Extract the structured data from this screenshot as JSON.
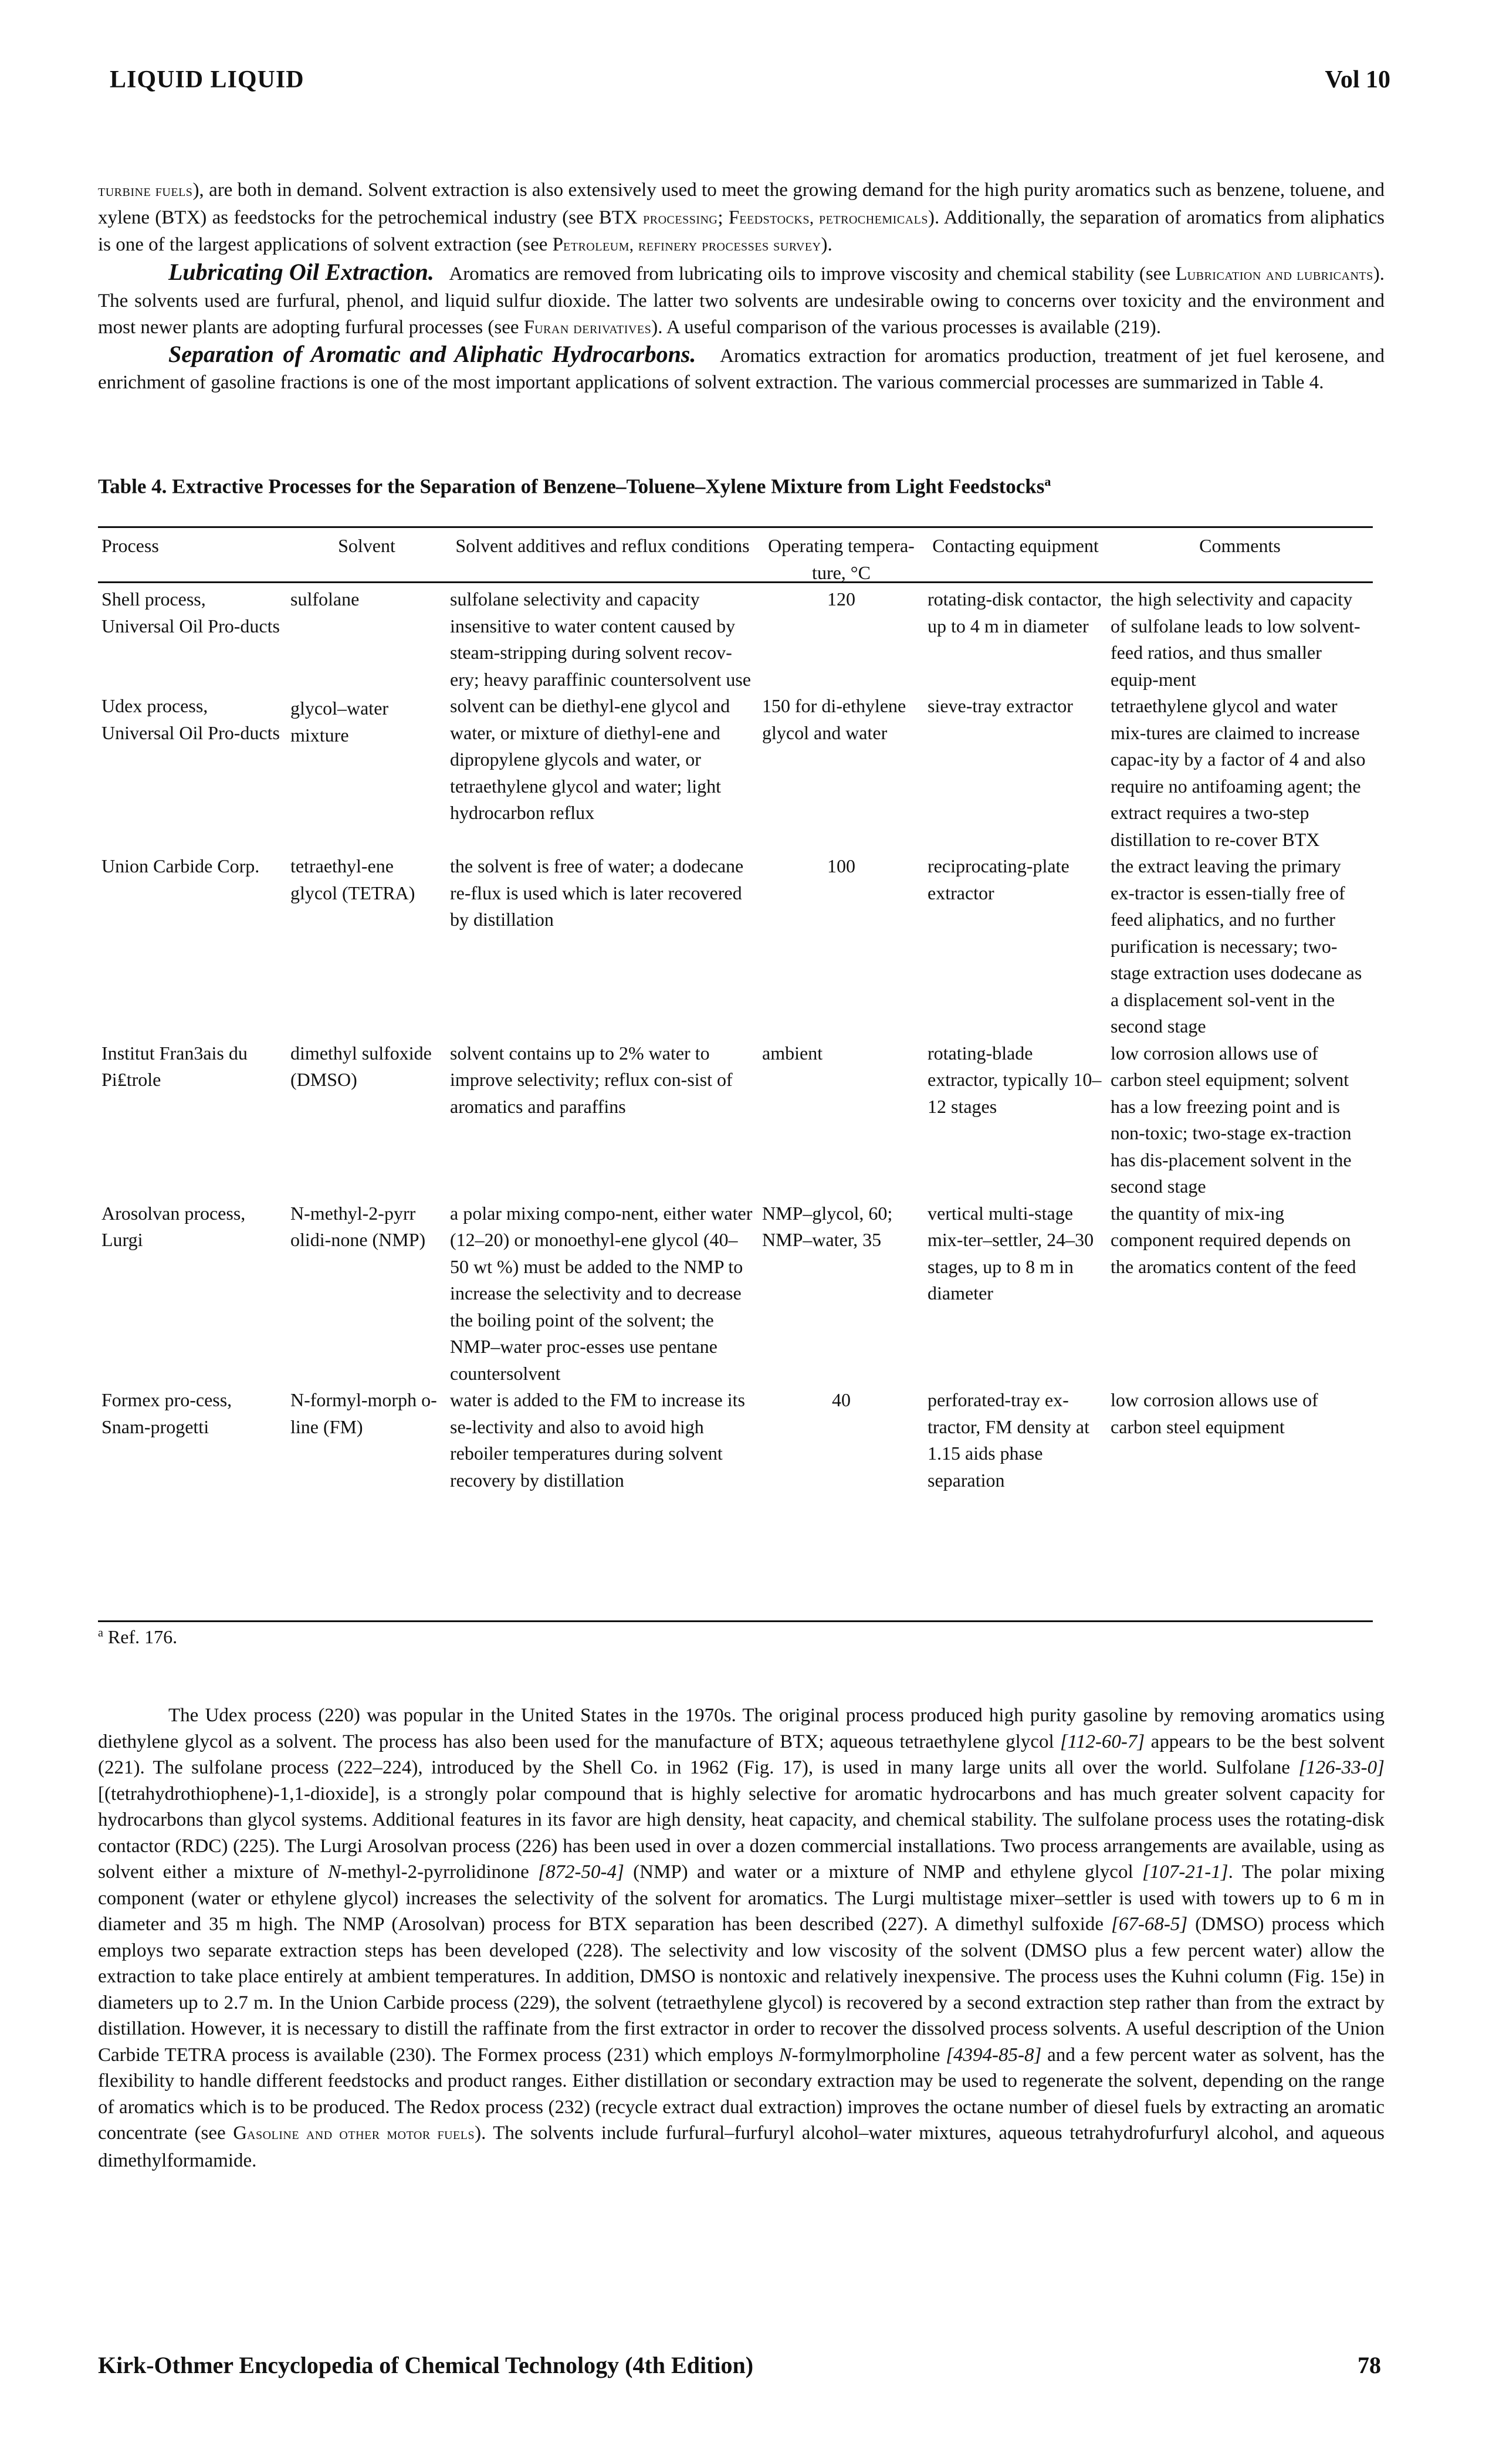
{
  "header": {
    "title": "LIQUID LIQUID",
    "volume": "Vol 10"
  },
  "intro": {
    "p1": {
      "xref1": "turbine fuels",
      "t1": "), are both in demand. Solvent extraction is also extensively used to meet the growing demand for the high purity aromatics such as benzene, toluene, and xylene (BTX) as feedstocks for the petrochemical industry (see BTX ",
      "xref2": "processing",
      "t2": "; F",
      "xref3": "eedstocks, petrochemicals",
      "t3": "). Additionally, the separation of aromatics from aliphatics is one of the largest applications of solvent extraction (see P",
      "xref4": "etroleum, refinery processes survey",
      "t4": ")."
    },
    "p2": {
      "runin": "Lubricating Oil Extraction.",
      "t1": "Aromatics are removed from lubricating oils to improve viscosity and chemical stability (see L",
      "xref1": "ubrication and lubricants",
      "t2": "). The solvents used are furfural, phenol, and liquid sulfur dioxide. The latter two solvents are undesirable owing to concerns over toxicity and the environment and most newer plants are adopting furfural processes (see F",
      "xref2": "uran derivatives",
      "t3": "). A useful comparison of the various processes is available (219)."
    },
    "p3": {
      "runin": "Separation of Aromatic and Aliphatic Hydrocarbons.",
      "t1": "Aromatics extraction for aromatics production, treatment of jet fuel kerosene, and enrichment of gasoline fractions is one of the most important applications of solvent extraction. The various commercial processes are summarized in Table 4."
    }
  },
  "table": {
    "caption": "Table 4. Extractive Processes for the Separation of Benzene–Toluene–Xylene Mixture from Light Feedstocks",
    "caption_note": "a",
    "headers": [
      "Process",
      "Solvent",
      "Solvent additives and reflux conditions",
      "Operating tempera-ture, °C",
      "Contacting equipment",
      "Comments"
    ],
    "rows": [
      [
        "Shell process, Universal Oil Pro-ducts",
        "sulfolane",
        "sulfolane selectivity and capacity insensitive to water content caused by steam-stripping during solvent recov-ery; heavy paraffinic countersolvent use",
        "120",
        "rotating-disk contactor, up to 4 m in diameter",
        "the high selectivity and capacity of sulfolane leads to low solvent-feed ratios, and thus smaller equip-ment"
      ],
      [
        "Udex process, Universal Oil Pro-ducts",
        "glycol–water mixture",
        "solvent can be diethyl-ene glycol and water, or mixture of diethyl-ene and dipropylene glycols and water, or tetraethylene glycol and water; light hydrocarbon reflux",
        "150 for di-ethylene glycol and water",
        "sieve-tray extractor",
        "tetraethylene glycol and water mix-tures are claimed to increase capac-ity by a factor of 4 and also require no antifoaming agent; the extract requires a two-step distillation to re-cover BTX"
      ],
      [
        "Union Carbide Corp.",
        "tetraethyl-ene glycol (TETRA)",
        "the solvent is free of water; a dodecane re-flux is used which is later recovered by distillation",
        "100",
        "reciprocating-plate extractor",
        "the extract leaving the primary ex-tractor is essen-tially free of feed aliphatics, and no further purification is necessary; two-stage extraction uses dodecane as a displacement sol-vent in the second stage"
      ],
      [
        "Institut Fran3ais du Pi₤trole",
        "dimethyl sulfoxide (DMSO)",
        "solvent contains up to 2% water to improve selectivity; reflux con-sist of aromatics and paraffins",
        "ambient",
        "rotating-blade extractor, typically 10–12 stages",
        "low corrosion allows use of carbon steel equipment; solvent has a low freezing point and is non-toxic; two-stage ex-traction has dis-placement solvent in the second stage"
      ],
      [
        "Arosolvan process, Lurgi",
        "N-methyl-2-pyrr olidi-none (NMP)",
        "a polar mixing compo-nent, either water (12–20) or monoethyl-ene glycol (40–50 wt %) must be added to the NMP to increase the selectivity and to decrease the boiling point of the solvent; the NMP–water proc-esses use pentane countersolvent",
        "NMP–glycol, 60; NMP–water, 35",
        "vertical multi-stage mix-ter–settler, 24–30 stages, up to 8 m in diameter",
        "the quantity of mix-ing component required depends on the aromatics content of the feed"
      ],
      [
        "Formex pro-cess, Snam-progetti",
        "N-formyl-morph o-line (FM)",
        "water is added to the FM to increase its se-lectivity and also to avoid high reboiler temperatures during solvent recovery by distillation",
        "40",
        "perforated-tray ex-tractor, FM density at 1.15 aids phase separation",
        "low corrosion allows use of carbon steel equipment"
      ]
    ],
    "footnote_mark": "a",
    "footnote": "Ref. 176."
  },
  "p4": {
    "t1": "The Udex process (220) was popular in the United States in the 1970s. The original process produced high purity gasoline by removing aromatics using diethylene glycol as a solvent. The process has also been used for the manufacture of BTX; aqueous tetraethylene glycol ",
    "reg1": "[112-60-7]",
    "t2": " appears to be the best solvent (221). The sulfolane process (222–224), introduced by the Shell Co. in 1962 (Fig. 17), is used in many large units all over the world. Sulfolane ",
    "reg2": "[126-33-0]",
    "t3": " [(tetrahydrothiophene)-1,1-dioxide], is a strongly polar compound that is highly selective for aromatic hydrocarbons and has much greater solvent capacity for hydrocarbons than glycol systems. Additional features in its favor are high density, heat capacity, and chemical stability. The sulfolane process uses the rotating-disk contactor (RDC) (225). The Lurgi Arosolvan process (226) has been used in over a dozen commercial installations. Two process arrangements are available, using as solvent either a mixture of ",
    "it1": "N",
    "t4": "-methyl-2-pyrrolidinone ",
    "reg3": "[872-50-4]",
    "t5": " (NMP) and water or a mixture of NMP and ethylene glycol ",
    "reg4": "[107-21-1]",
    "t6": ". The polar mixing component (water or ethylene glycol) increases the selectivity of the solvent for aromatics. The Lurgi multistage mixer–settler is used with towers up to 6 m in diameter and 35 m high. The NMP (Arosolvan) process for BTX separation has been described (227). A dimethyl sulfoxide ",
    "reg5": "[67-68-5]",
    "t7": " (DMSO) process which employs two separate extraction steps has been developed (228). The selectivity and low viscosity of the solvent (DMSO plus a few percent water) allow the extraction to take place entirely at ambient temperatures. In addition, DMSO is nontoxic and relatively inexpensive. The process uses the Kuhni column (Fig. 15e) in diameters up to 2.7 m. In the Union Carbide process (229), the solvent (tetraethylene glycol) is recovered by a second extraction step rather than from the extract by distillation. However, it is necessary to distill the raffinate from the first extractor in order to recover the dissolved process solvents. A useful description of the Union Carbide TETRA process is available (230). The Formex process (231) which employs ",
    "it2": "N",
    "t8": "-formylmorpholine ",
    "reg6": "[4394-85-8]",
    "t9": " and a few percent water as solvent, has the flexibility to handle different feedstocks and product ranges. Either distillation or secondary extraction may be used to regenerate the solvent, depending on the range of aromatics which is to be produced. The Redox process (232) (recycle extract dual extraction) improves the octane number of diesel fuels by extracting an aromatic concentrate (see G",
    "xref1": "asoline and other motor fuels",
    "t10": "). The solvents include furfural–furfuryl alcohol–water mixtures, aqueous tetrahydrofurfuryl alcohol, and aqueous dimethylformamide."
  },
  "footer": {
    "source": "Kirk-Othmer Encyclopedia of Chemical Technology (4th Edition)",
    "page": "78"
  }
}
